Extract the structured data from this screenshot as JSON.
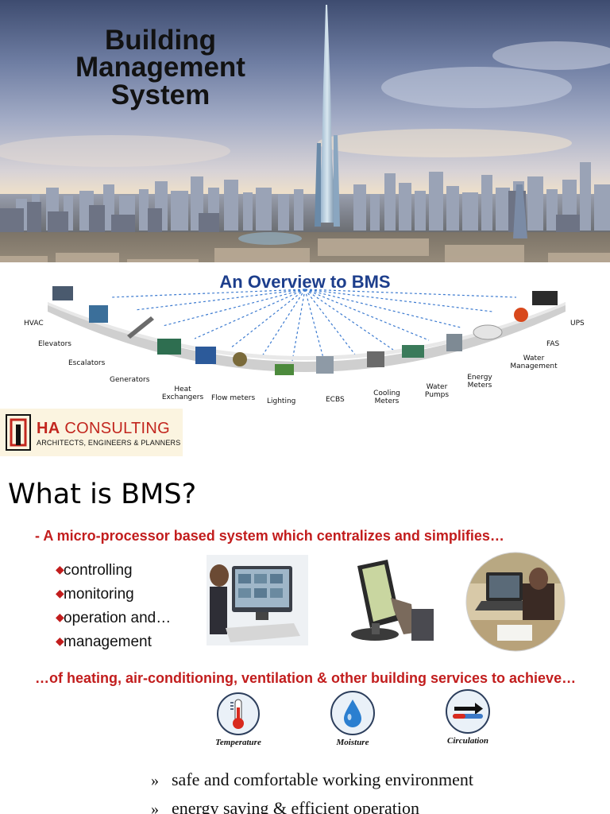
{
  "hero": {
    "title_lines": [
      "Building",
      "Management",
      "System"
    ]
  },
  "overview": {
    "title": "An Overview to BMS",
    "devices": [
      {
        "label": "HVAC"
      },
      {
        "label": "Elevators"
      },
      {
        "label": "Escalators"
      },
      {
        "label": "Generators"
      },
      {
        "label": "Heat\nExchangers"
      },
      {
        "label": "Flow meters"
      },
      {
        "label": "Lighting"
      },
      {
        "label": "ECBS"
      },
      {
        "label": "Cooling\nMeters"
      },
      {
        "label": "Water\nPumps"
      },
      {
        "label": "Energy\nMeters"
      },
      {
        "label": "Water\nManagement"
      },
      {
        "label": "FAS"
      },
      {
        "label": "UPS"
      }
    ]
  },
  "logo": {
    "name_first": "HA",
    "name_second": " CONSULTING",
    "tagline": "ARCHITECTS, ENGINEERS & PLANNERS",
    "color": "#c2261e"
  },
  "content": {
    "heading": "What is BMS?",
    "lead": "- A micro-processor based system which centralizes and simplifies…",
    "bullets": [
      "controlling",
      "monitoring",
      "operation and…",
      "management"
    ],
    "sub_lead": "…of heating, air-conditioning, ventilation & other building services to achieve…",
    "icons": [
      {
        "caption": "Temperature",
        "icon": "thermometer-icon"
      },
      {
        "caption": "Moisture",
        "icon": "water-drop-icon"
      },
      {
        "caption": "Circulation",
        "icon": "circulation-arrow-icon"
      }
    ],
    "outcomes": [
      "safe and comfortable working environment",
      "energy saving & efficient operation"
    ],
    "accent_color": "#c21d1d",
    "overview_title_color": "#1d3e8c"
  }
}
